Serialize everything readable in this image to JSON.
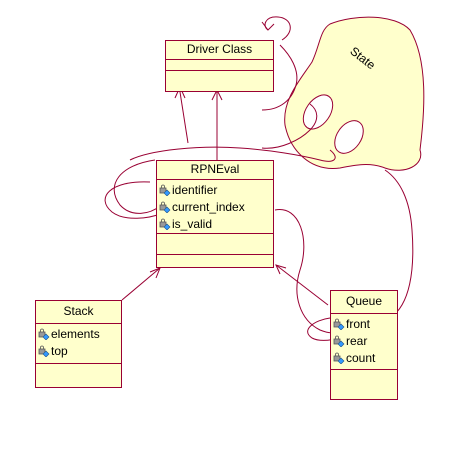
{
  "classes": {
    "driver": {
      "name": "Driver Class"
    },
    "rpneval": {
      "name": "RPNEval",
      "attributes": [
        "identifier",
        "current_index",
        "is_valid"
      ]
    },
    "stack": {
      "name": "Stack",
      "attributes": [
        "elements",
        "top"
      ]
    },
    "queue": {
      "name": "Queue",
      "attributes": [
        "front",
        "rear",
        "count"
      ]
    }
  },
  "annotation": {
    "label": "State"
  },
  "colors": {
    "class_fill": "#ffffcc",
    "border": "#990033",
    "line": "#990033",
    "icon_lock": "#666666",
    "icon_diamond": "#3399ff"
  },
  "icons": {
    "attribute": "private-attribute-lock-icon"
  }
}
